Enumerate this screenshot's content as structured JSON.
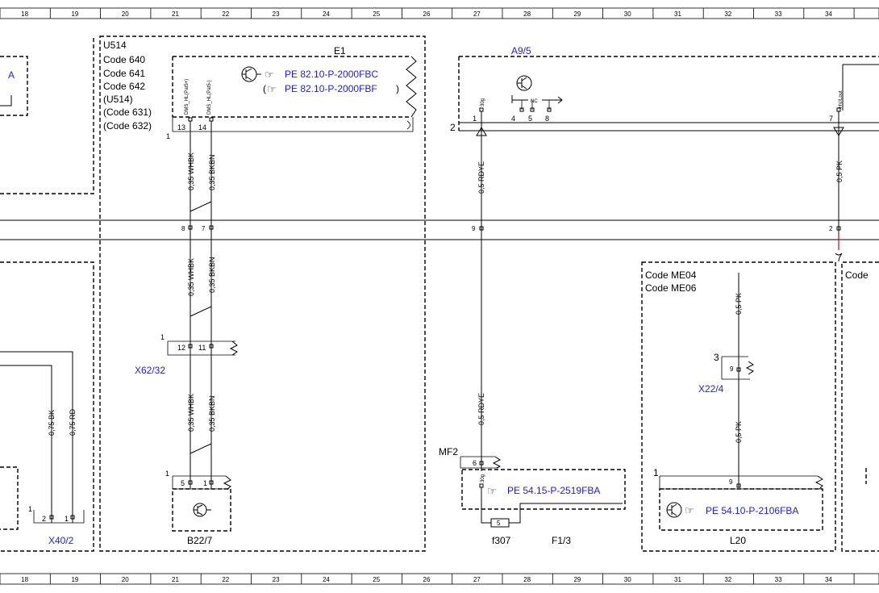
{
  "ruler_numbers": [
    "18",
    "19",
    "20",
    "21",
    "22",
    "23",
    "24",
    "25",
    "26",
    "27",
    "28",
    "29",
    "30",
    "31",
    "32",
    "33",
    "34"
  ],
  "components": {
    "left_A": "A",
    "u514": {
      "lines": [
        "U514",
        "Code 640",
        "Code 641",
        "Code 642",
        "(U514)",
        "(Code 631)",
        "(Code 632)"
      ]
    },
    "e1": {
      "label": "E1",
      "ref1": "PE 82.10-P-2000FBC",
      "ref2": "PE 82.10-P-2000FBF",
      "paren_open": "(",
      "paren_close": ")",
      "pin1": "13",
      "pin2": "14",
      "pin_name1": "DMS_HL(Pat5+)",
      "pin_name2": "DMS_HL(Pat5-)",
      "marker": "1"
    },
    "a95": {
      "label": "A9/5",
      "nc": "NC",
      "pins": [
        "1",
        "4",
        "5",
        "8",
        "7"
      ],
      "pin_30g": "30g",
      "pin_hvl": "HV/Lout",
      "marker": "2"
    },
    "x62_32": {
      "label": "X62/32",
      "pin1": "12",
      "pin2": "11",
      "marker": "1"
    },
    "b22_7": {
      "label": "B22/7",
      "pin1": "5",
      "pin2": "1",
      "marker": "1"
    },
    "x40_2": {
      "label": "X40/2",
      "pin1": "2",
      "pin2": "1",
      "marker": "1"
    },
    "mf2": {
      "label": "MF2",
      "pin": "6"
    },
    "f13": {
      "label": "F1/3",
      "ref": "PE 54.15-P-2519FBA",
      "pin_30g": "30g",
      "fuse": "5",
      "fuse_label": "f307"
    },
    "x22_4": {
      "label": "X22/4",
      "pin": "9",
      "marker": "3"
    },
    "l20": {
      "label": "L20",
      "ref": "PE 54.10-P-2106FBA",
      "pin": "9",
      "marker": "1"
    },
    "code_me": {
      "lines": [
        "Code ME04",
        "Code ME06"
      ]
    },
    "code_right": "Code"
  },
  "wires": {
    "w1": "0,35 WHBK",
    "w2": "0,35 BKBN",
    "w3": "0,5 RDYE",
    "w4": "0,5 PK",
    "w5": "0,75 BK",
    "w6": "0,75 RD"
  },
  "connector_pins": {
    "p8": "8",
    "p7": "7",
    "p9": "9",
    "p2": "2"
  },
  "colors": {
    "link_blue": "#1a1aff",
    "accent_red": "#e00000"
  }
}
